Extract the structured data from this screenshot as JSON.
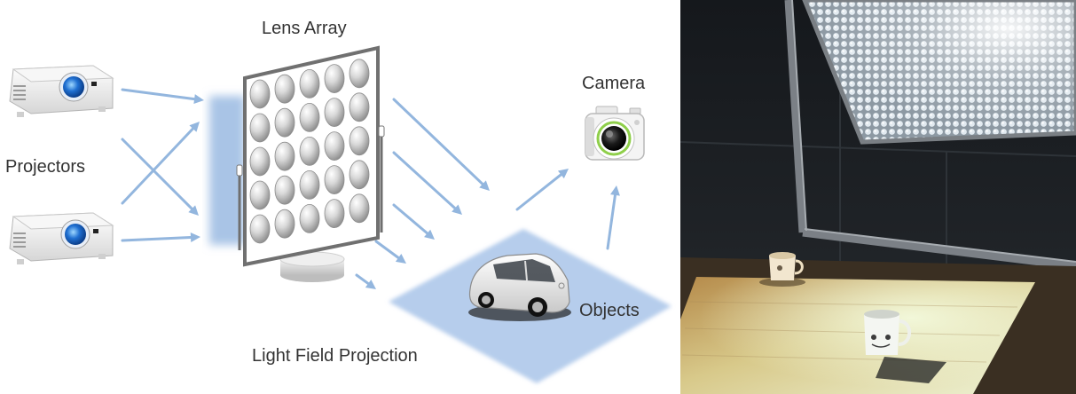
{
  "diagram": {
    "labels": {
      "lens_array": "Lens Array",
      "camera": "Camera",
      "projectors": "Projectors",
      "objects": "Objects",
      "light_field_projection": "Light Field Projection"
    },
    "colors": {
      "arrow": "#93b6de",
      "screen_glow": "#a9c4e6",
      "floor": "#b6cdec",
      "frame": "#6f6f6f",
      "text": "#333333"
    },
    "icons": [
      "projector-icon",
      "lens-array-icon",
      "camera-icon",
      "car-icon"
    ]
  },
  "photo": {
    "icons": [
      "lens-array-panel-icon",
      "coffee-mug-icon"
    ]
  }
}
